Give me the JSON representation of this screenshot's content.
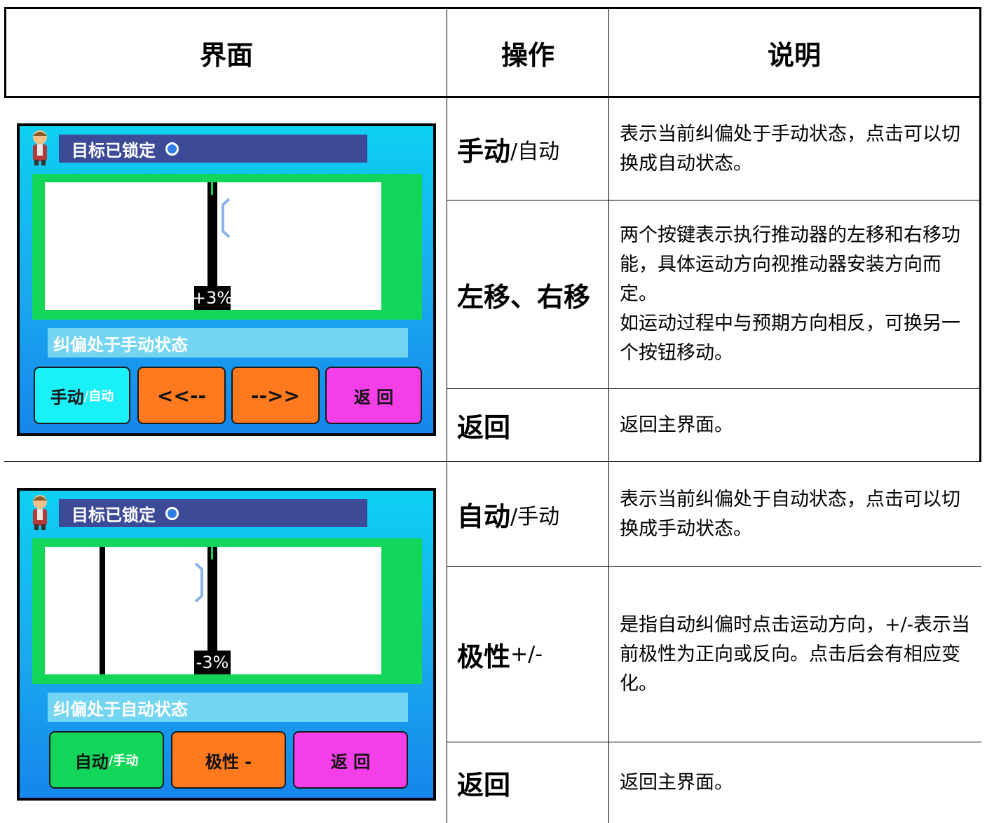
{
  "header": {
    "col1": "界面",
    "col2": "操作",
    "col3": "说明"
  },
  "colors": {
    "cyan": "#1af0f8",
    "orange": "#ff7a1f",
    "magenta": "#f43ee8",
    "green": "#12d65a",
    "navy": "#3c4a98"
  },
  "screen1": {
    "title": "目标已锁定",
    "percent": "+3%",
    "status": "纠偏处于手动状态",
    "buttons": {
      "mode_main": "手动",
      "mode_sub": "/自动",
      "left": "<<--",
      "right": "-->>",
      "back": "返 回"
    }
  },
  "screen2": {
    "title": "目标已锁定",
    "percent": "-3%",
    "status": "纠偏处于自动状态",
    "buttons": {
      "mode_main": "自动",
      "mode_sub": "/手动",
      "polarity": "极性 -",
      "back": "返 回"
    }
  },
  "rows": [
    {
      "op_main": "手动",
      "op_sub": "/自动",
      "desc": [
        "表示当前纠偏处于手动状态，点击可以切换成自动状态。"
      ]
    },
    {
      "op_main": "左移、右移",
      "op_sub": "",
      "desc": [
        "两个按键表示执行推动器的左移和右移功能，具体运动方向视推动器安装方向而定。",
        "如运动过程中与预期方向相反，可换另一个按钮移动。"
      ]
    },
    {
      "op_main": "返回",
      "op_sub": "",
      "desc": [
        "返回主界面。"
      ]
    },
    {
      "op_main": "自动",
      "op_sub": "/手动",
      "desc": [
        "表示当前纠偏处于自动状态，点击可以切换成手动状态。"
      ]
    },
    {
      "op_main": "极性",
      "op_sub": "+/-",
      "desc": [
        "是指自动纠偏时点击运动方向，+/-表示当前极性为正向或反向。点击后会有相应变化。"
      ]
    },
    {
      "op_main": "返回",
      "op_sub": "",
      "desc": [
        "返回主界面。"
      ]
    }
  ]
}
